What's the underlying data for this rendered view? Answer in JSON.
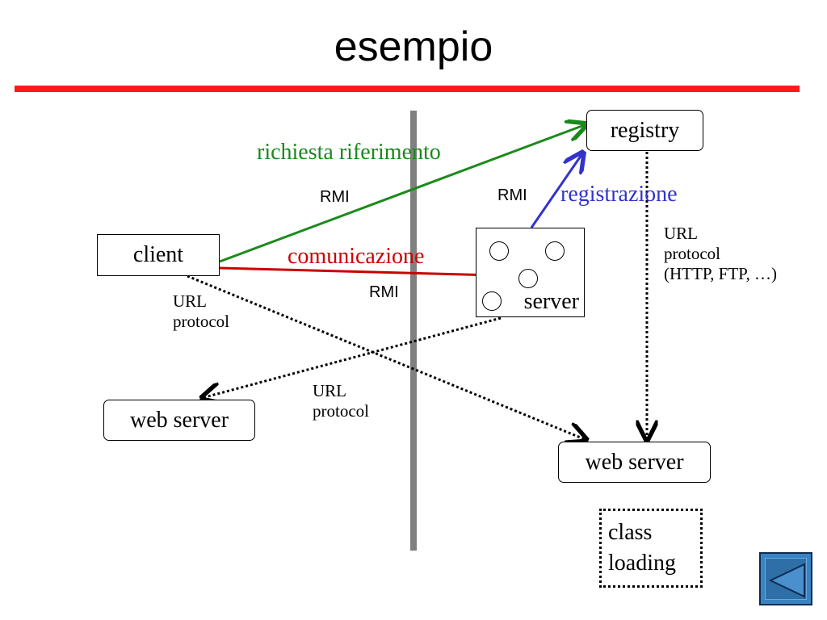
{
  "title": "esempio",
  "nodes": {
    "client": "client",
    "registry": "registry",
    "server": "server",
    "web_server_left": "web server",
    "web_server_right": "web server",
    "class_loading_line1": "class",
    "class_loading_line2": "loading"
  },
  "labels": {
    "richiesta_riferimento": "richiesta riferimento",
    "comunicazione": "comunicazione",
    "registrazione": "registrazione",
    "rmi_1": "RMI",
    "rmi_2": "RMI",
    "rmi_3": "RMI",
    "url_client": [
      "URL",
      "protocol"
    ],
    "url_middle": [
      "URL",
      "protocol"
    ],
    "url_registry": [
      "URL",
      "protocol",
      "(HTTP, FTP, …)"
    ]
  },
  "colors": {
    "title_rule": "#ff1a1a",
    "green": "#1a8a1a",
    "red": "#cc0000",
    "blue": "#3333cc",
    "divider": "#808080",
    "nav_button": "#3a83c2"
  },
  "icons": {
    "back_button": "triangle-left-icon"
  }
}
